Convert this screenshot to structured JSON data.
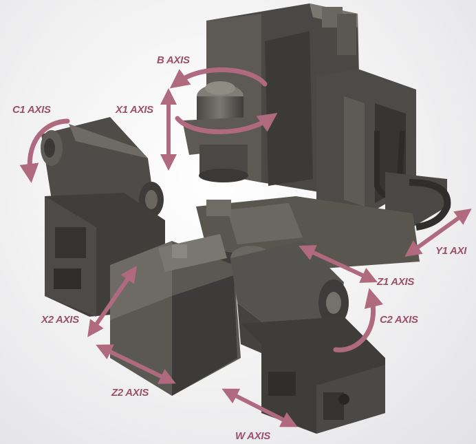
{
  "colors": {
    "arrow": "#b06a80",
    "label": "#9a5068",
    "metal_dark": "#3b3a39",
    "metal_mid": "#55534f",
    "metal_light": "#75726c"
  },
  "axes": {
    "b": "B AXIS",
    "x1": "X1 AXIS",
    "c1": "C1 AXIS",
    "y1": "Y1 AXI",
    "z1": "Z1 AXIS",
    "c2": "C2 AXIS",
    "x2": "X2 AXIS",
    "z2": "Z2 AXIS",
    "w": "W AXIS"
  }
}
